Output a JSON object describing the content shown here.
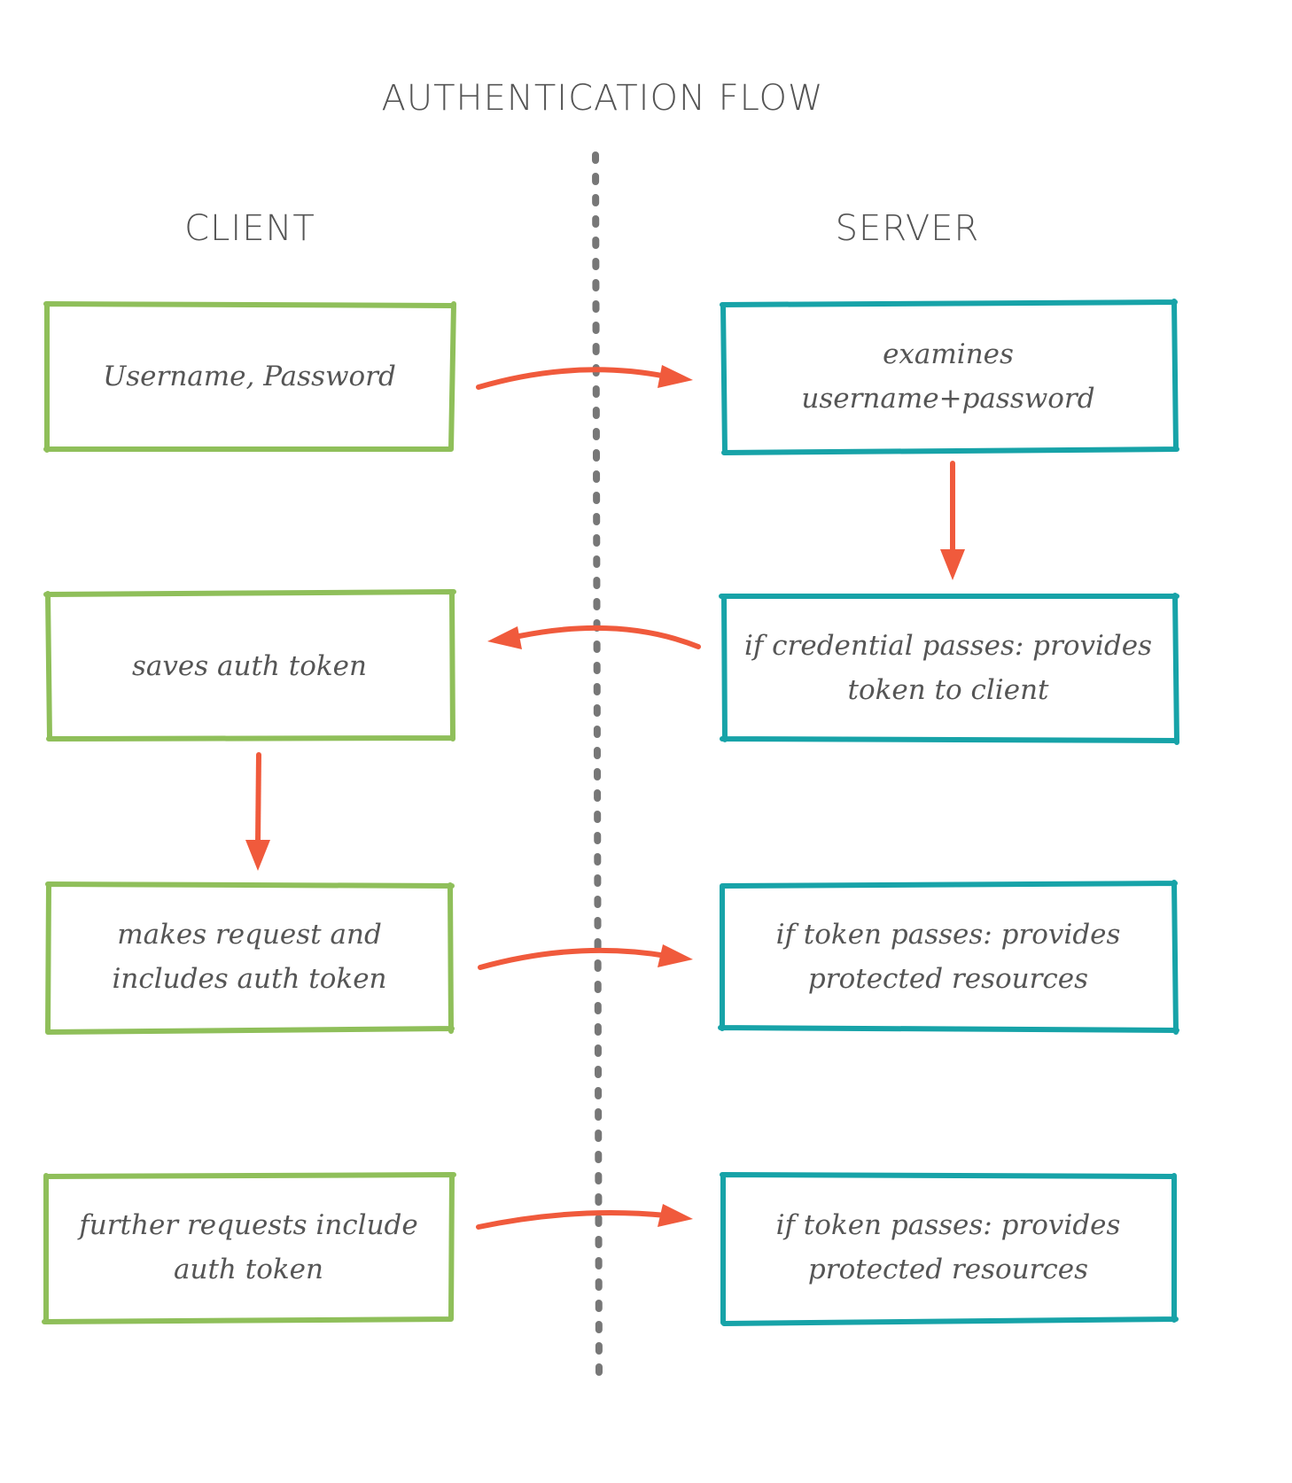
{
  "diagram": {
    "title": "AUTHENTICATION FLOW",
    "client_heading": "CLIENT",
    "server_heading": "SERVER",
    "client_steps": [
      {
        "label": "Username, Password"
      },
      {
        "label": "saves auth token"
      },
      {
        "label": "makes request and includes auth token"
      },
      {
        "label": "further requests include auth token"
      }
    ],
    "server_steps": [
      {
        "label": "examines username+password"
      },
      {
        "label": "if credential passes: provides token to client"
      },
      {
        "label": "if token passes: provides protected resources"
      },
      {
        "label": "if token passes: provides protected resources"
      }
    ],
    "colors": {
      "client_border": "#8fbf5a",
      "server_border": "#17a3a8",
      "arrow": "#f05a3c",
      "divider": "#777777",
      "text": "#555555"
    }
  }
}
